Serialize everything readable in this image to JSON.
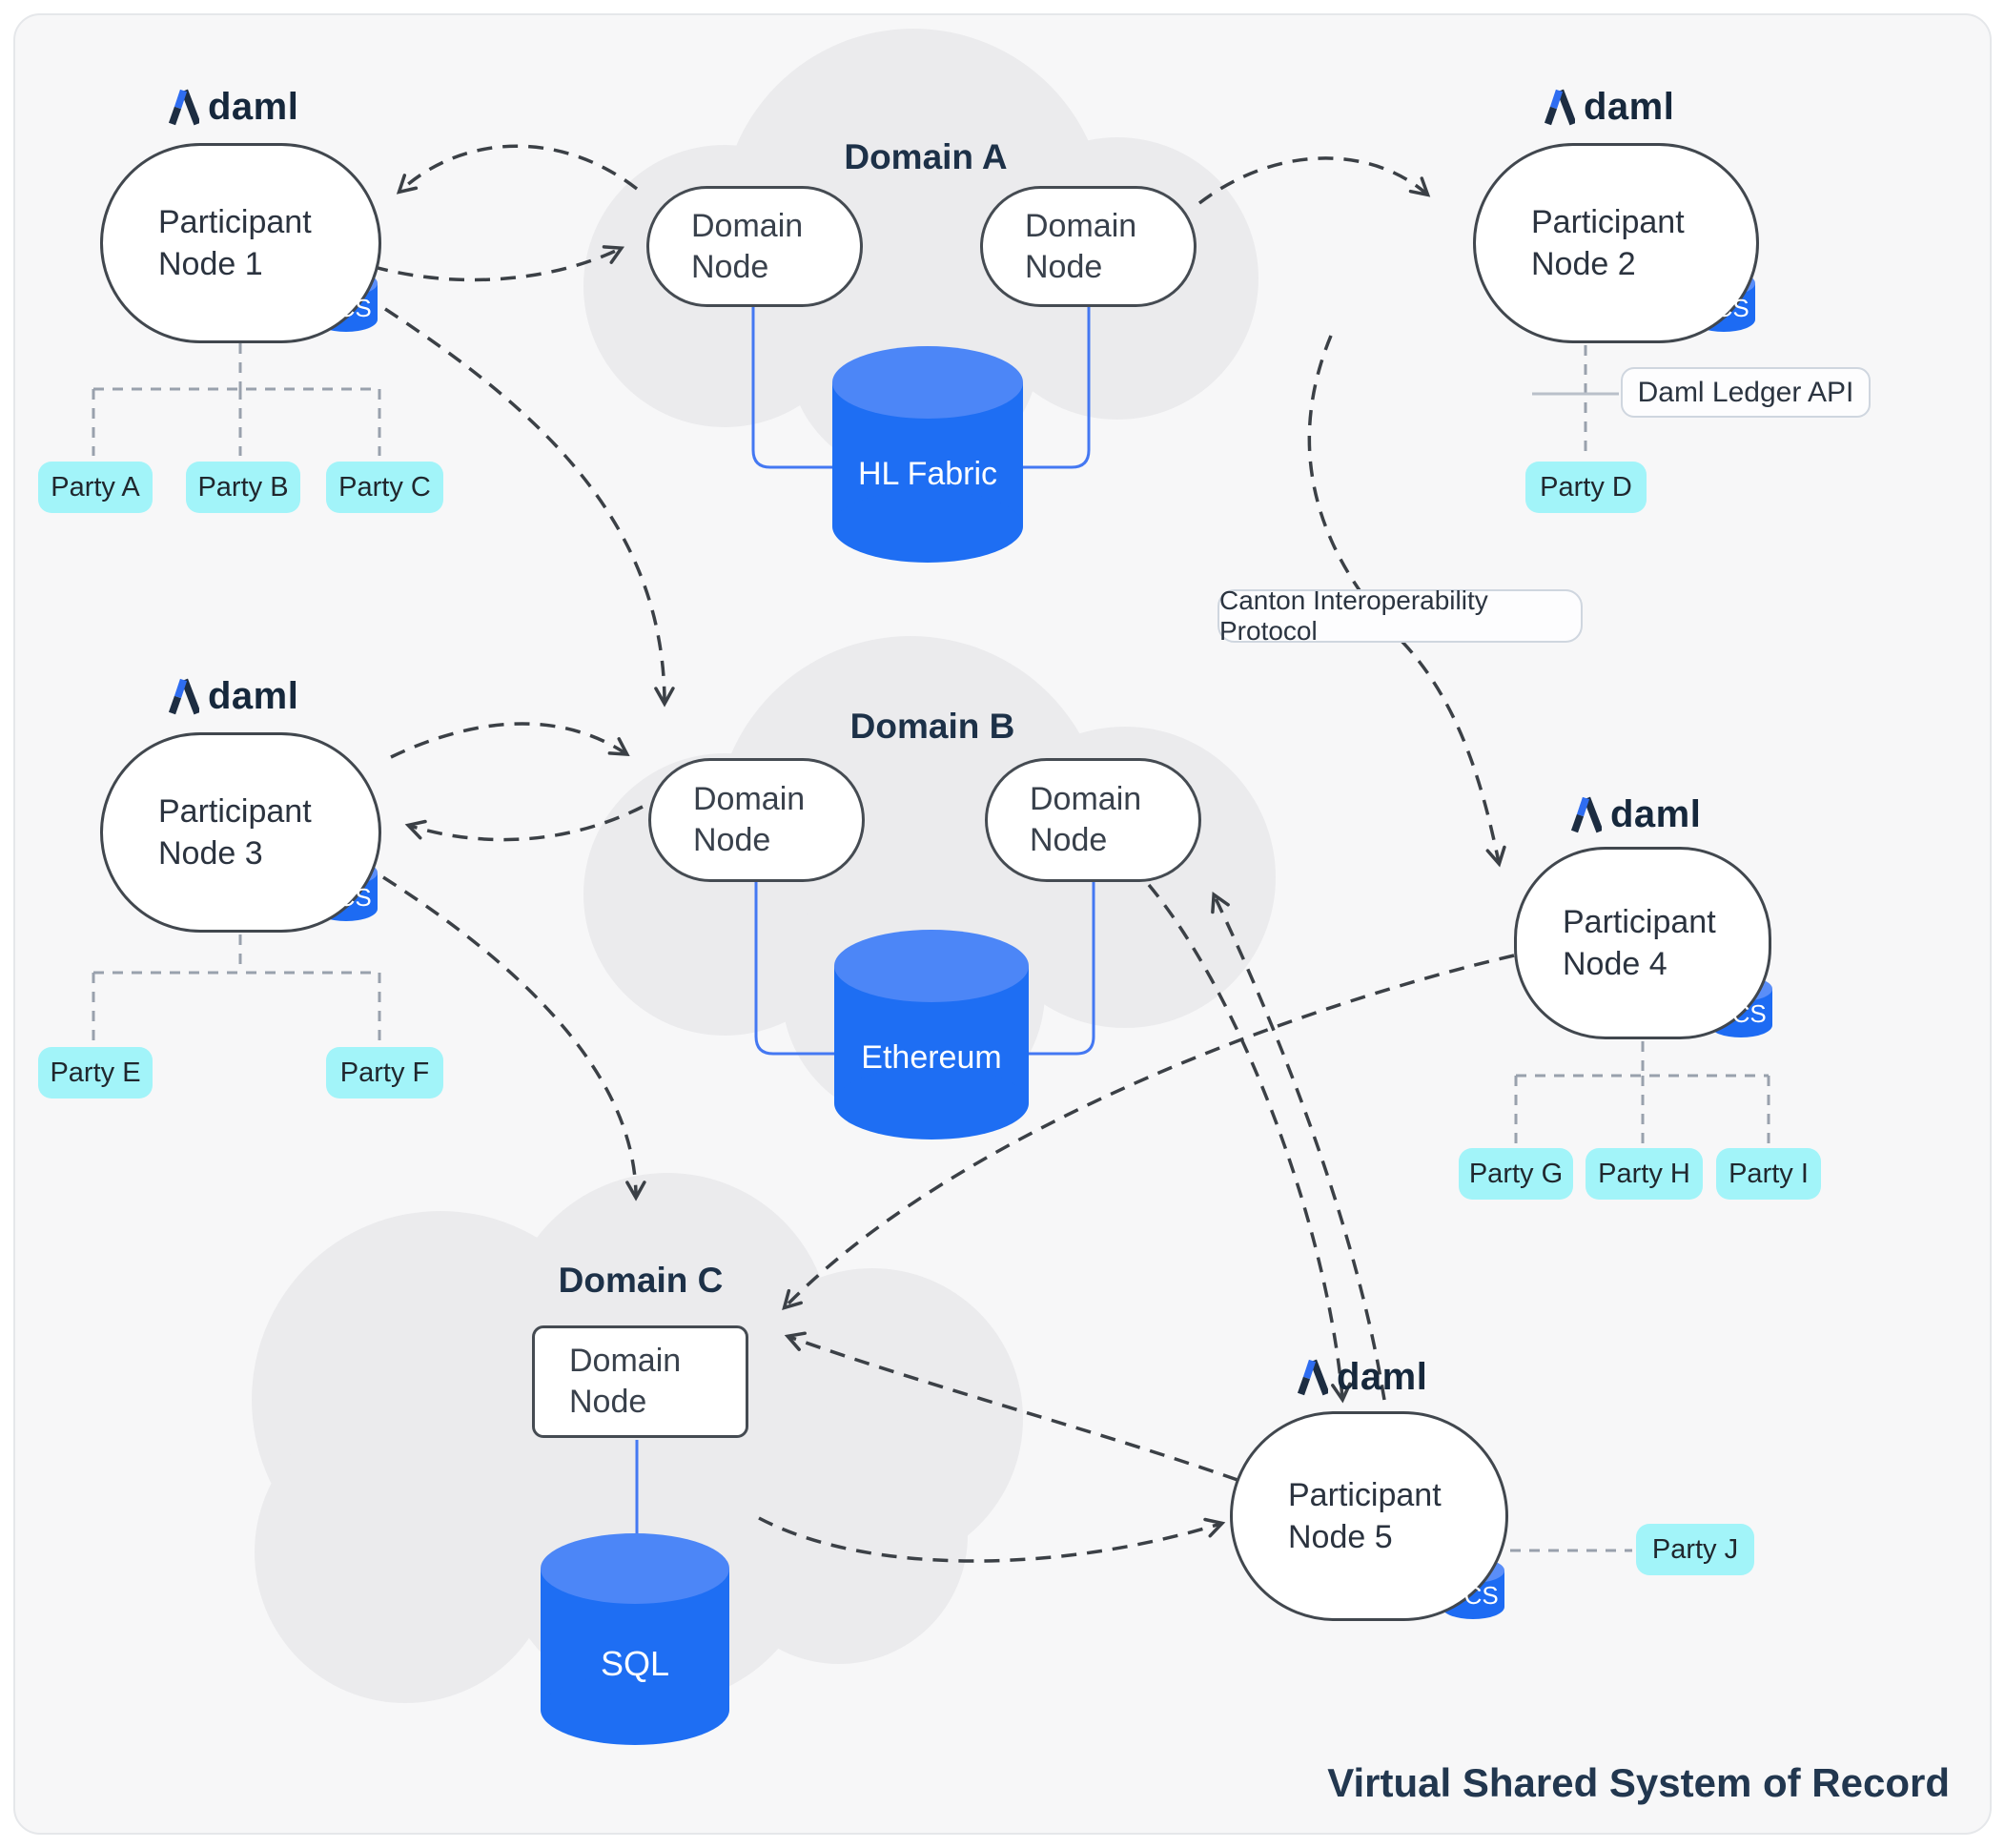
{
  "logo": {
    "text": "daml"
  },
  "badge": {
    "pcs": "PCS"
  },
  "footer": "Virtual Shared System of Record",
  "tags": {
    "ledger_api": "Daml Ledger API",
    "canton": "Canton Interoperability Protocol"
  },
  "participant_nodes": [
    {
      "label": "Participant Node 1"
    },
    {
      "label": "Participant Node 2"
    },
    {
      "label": "Participant Node 3"
    },
    {
      "label": "Participant Node 4"
    },
    {
      "label": "Participant Node 5"
    }
  ],
  "domains": [
    {
      "title": "Domain A",
      "node1": "Domain Node",
      "node2": "Domain Node",
      "ledger": "HL Fabric"
    },
    {
      "title": "Domain B",
      "node1": "Domain Node",
      "node2": "Domain Node",
      "ledger": "Ethereum"
    },
    {
      "title": "Domain C",
      "node1": "Domain Node",
      "ledger": "SQL"
    }
  ],
  "parties": {
    "a": "Party A",
    "b": "Party B",
    "c": "Party C",
    "d": "Party D",
    "e": "Party E",
    "f": "Party F",
    "g": "Party G",
    "h": "Party H",
    "i": "Party I",
    "j": "Party J"
  },
  "colors": {
    "ledger_blue": "#1e6ef3",
    "ledger_blue_top": "#4c86f7",
    "chip_cyan": "#a2f4f9",
    "cloud_grey": "#ebebed",
    "ink_navy": "#1d3148",
    "dash_dark": "#3b4046",
    "dash_grey": "#99a1ad",
    "connector_blue": "#4478f2"
  }
}
